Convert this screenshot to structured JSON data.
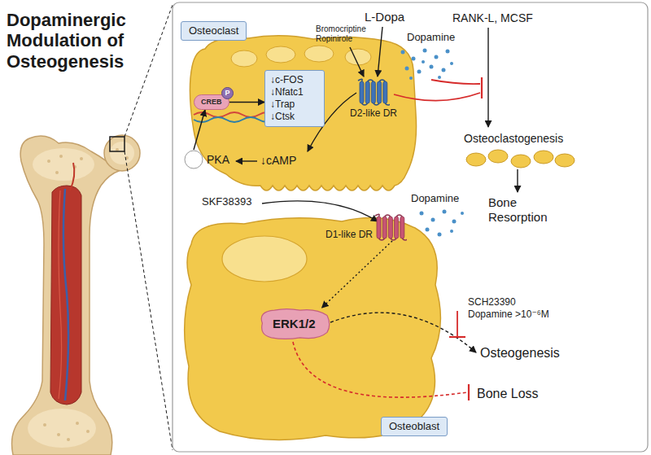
{
  "diagram": {
    "title": "Dopaminergic Modulation of Osteogenesis",
    "nodes": [
      {
        "text": [
          "Osteoclast"
        ]
      },
      {
        "text": [
          "P"
        ]
      },
      {
        "text": [
          "CREB"
        ]
      },
      {
        "text": [
          "↓c-FOS ↓Nfatc1 ↓Trap ↓Ctsk"
        ]
      },
      {
        "text": [
          "D2-like DR"
        ]
      },
      {
        "text": [
          "PKA"
        ]
      },
      {
        "text": [
          "D1-like DR"
        ]
      },
      {
        "text": [
          "ERK1/2"
        ]
      },
      {
        "text": [
          "Osteoblast"
        ]
      }
    ],
    "edges": [
      {
        "from": 2,
        "to": 3,
        "arrow": "to"
      },
      {
        "from": 5,
        "to": 2,
        "arrow": "to"
      },
      {
        "from": 6,
        "to": 7,
        "arrow": "to"
      }
    ],
    "labels": [
      "L-Dopa",
      "RANK-L, MCSF",
      "Bromocriptine Ropinirole",
      "Dopamine",
      "↓cAMP",
      "Osteoclastogenesis",
      "Bone Resorption",
      "SKF38393",
      "Dopamine",
      "SCH23390",
      "Dopamine >10⁻⁶M",
      "Osteogenesis",
      "Bone Loss"
    ]
  }
}
